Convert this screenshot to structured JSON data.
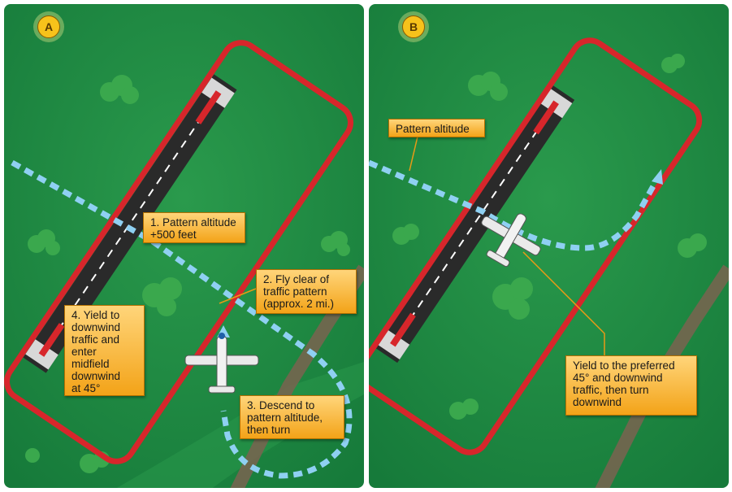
{
  "panel_a": {
    "badge": "A",
    "labels": {
      "pattern_altitude": "1. Pattern altitude\n+500 feet",
      "fly_clear": "2. Fly clear of\ntraffic pattern\n(approx. 2 mi.)",
      "descend": "3. Descend to\npattern altitude,\nthen turn",
      "yield": "4. Yield to\ndownwind\ntraffic and\nenter\nmidfield\ndownwind\nat 45°"
    }
  },
  "panel_b": {
    "badge": "B",
    "labels": {
      "pattern_altitude": "Pattern altitude",
      "yield": "Yield to the preferred\n45° and downwind\ntraffic, then turn\ndownwind"
    }
  },
  "colors": {
    "grass": "#1f8c43",
    "runway": "#2a2a2a",
    "traffic_pattern": "#d7262b",
    "flight_path": "#8fd0f2",
    "callout": "#f7b43a",
    "leader_line": "#e79a16"
  }
}
